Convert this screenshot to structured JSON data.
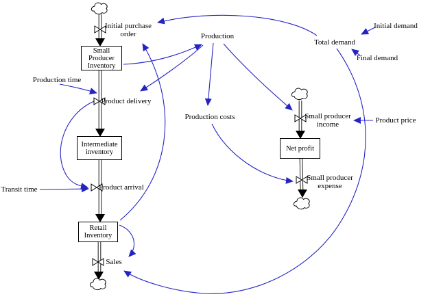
{
  "diagram": {
    "type": "stock-and-flow system dynamics model",
    "colors": {
      "link": "#2424c4",
      "flow": "#000000",
      "text": "#000000",
      "background": "#ffffff"
    },
    "labels": {
      "initial_purchase_order": "Initial purchase order",
      "small_producer_inventory": "Small Producer Inventory",
      "production_time": "Production time",
      "product_delivery": "Product delivery",
      "intermediate_inventory": "Intermediate inventory",
      "transit_time": "Transit time",
      "product_arrival": "Product arrival",
      "retail_inventory": "Retail Inventory",
      "sales": "Sales",
      "production": "Production",
      "production_costs": "Production costs",
      "total_demand": "Total demand",
      "initial_demand": "Initial demand",
      "final_demand": "Final demand",
      "product_price": "Product price",
      "small_producer_income": "Small producer income",
      "net_profit": "Net profit",
      "small_producer_expense": "Small producer expense"
    },
    "stocks": [
      "small_producer_inventory",
      "intermediate_inventory",
      "retail_inventory",
      "net_profit"
    ],
    "flows": [
      {
        "from": "cloud-source",
        "valve": "initial_purchase_order",
        "to": "small_producer_inventory"
      },
      {
        "from": "small_producer_inventory",
        "valve": "product_delivery",
        "to": "intermediate_inventory"
      },
      {
        "from": "intermediate_inventory",
        "valve": "product_arrival",
        "to": "retail_inventory"
      },
      {
        "from": "retail_inventory",
        "valve": "sales",
        "to": "cloud-sink"
      },
      {
        "from": "cloud-source",
        "valve": "small_producer_income",
        "to": "net_profit"
      },
      {
        "from": "net_profit",
        "valve": "small_producer_expense",
        "to": "cloud-sink"
      }
    ],
    "causal_links": [
      {
        "from": "total_demand",
        "to": "initial_purchase_order"
      },
      {
        "from": "retail_inventory",
        "to": "initial_purchase_order"
      },
      {
        "from": "initial_demand",
        "to": "total_demand"
      },
      {
        "from": "final_demand",
        "to": "total_demand"
      },
      {
        "from": "small_producer_inventory",
        "to": "production"
      },
      {
        "from": "production",
        "to": "product_delivery"
      },
      {
        "from": "production",
        "to": "production_costs"
      },
      {
        "from": "production",
        "to": "small_producer_income"
      },
      {
        "from": "production_time",
        "to": "product_delivery"
      },
      {
        "from": "product_delivery",
        "to": "product_arrival"
      },
      {
        "from": "transit_time",
        "to": "product_arrival"
      },
      {
        "from": "production_costs",
        "to": "small_producer_expense"
      },
      {
        "from": "product_price",
        "to": "small_producer_income"
      },
      {
        "from": "total_demand",
        "to": "sales"
      },
      {
        "from": "retail_inventory",
        "to": "sales"
      }
    ]
  }
}
